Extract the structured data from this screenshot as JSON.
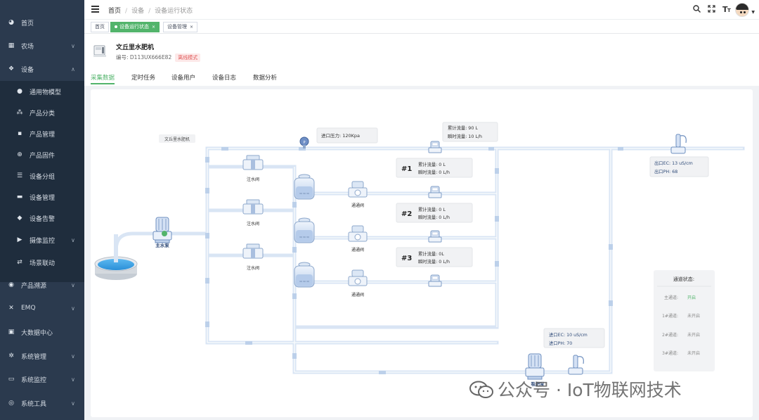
{
  "sidebar": {
    "items": [
      {
        "label": "首页",
        "icon": "dashboard-icon",
        "glyph": "◕"
      },
      {
        "label": "农场",
        "icon": "farm-grid-icon",
        "glyph": "▦",
        "chevron": "∨"
      },
      {
        "label": "设备",
        "icon": "layers-icon",
        "glyph": "❖",
        "chevron": "∧"
      },
      {
        "label": "通用物模型",
        "icon": "model-icon",
        "glyph": "●",
        "sub": true
      },
      {
        "label": "产品分类",
        "icon": "category-icon",
        "glyph": "⁂",
        "sub": true
      },
      {
        "label": "产品管理",
        "icon": "product-icon",
        "glyph": "▪",
        "sub": true
      },
      {
        "label": "产品固件",
        "icon": "firmware-icon",
        "glyph": "⊕",
        "sub": true
      },
      {
        "label": "设备分组",
        "icon": "group-icon",
        "glyph": "☰",
        "sub": true
      },
      {
        "label": "设备管理",
        "icon": "device-icon",
        "glyph": "▬",
        "sub": true
      },
      {
        "label": "设备告警",
        "icon": "alarm-icon",
        "glyph": "◆",
        "sub": true
      },
      {
        "label": "摄像监控",
        "icon": "camera-icon",
        "glyph": "▶",
        "sub": true,
        "chevron": "∨"
      },
      {
        "label": "场景联动",
        "icon": "scene-icon",
        "glyph": "⇄",
        "sub": true
      },
      {
        "label": "产品溯源",
        "icon": "trace-icon",
        "glyph": "◉",
        "chevron": "∨"
      },
      {
        "label": "EMQ",
        "icon": "emq-icon",
        "glyph": "✕",
        "chevron": "∨"
      },
      {
        "label": "大数据中心",
        "icon": "bigdata-icon",
        "glyph": "▣"
      },
      {
        "label": "系统管理",
        "icon": "settings-icon",
        "glyph": "✲",
        "chevron": "∨"
      },
      {
        "label": "系统监控",
        "icon": "monitor-icon",
        "glyph": "▭",
        "chevron": "∨"
      },
      {
        "label": "系统工具",
        "icon": "tools-icon",
        "glyph": "◎",
        "chevron": "∨"
      }
    ]
  },
  "breadcrumb": {
    "home": "首页",
    "sep": "/",
    "level2": "设备",
    "current": "设备运行状态"
  },
  "topbar_icons": [
    "search-icon",
    "fullscreen-icon",
    "font-size-icon"
  ],
  "topbar_glyphs": {
    "search": "🔍",
    "fullscreen": "⛶",
    "font": "T"
  },
  "tags": [
    {
      "label": "首页"
    },
    {
      "label": "设备运行状态",
      "close": "×"
    },
    {
      "label": "设备管理",
      "close": "×"
    }
  ],
  "device": {
    "name": "文丘里水肥机",
    "code": "编号: D113UX666E82",
    "status": "离线模式"
  },
  "tabs": [
    "采集数据",
    "定时任务",
    "设备用户",
    "设备日志",
    "数据分析"
  ],
  "diagram": {
    "machine_label": "文丘里水肥机",
    "inlet_pressure": "进口压力: 120Kpa",
    "gauge_label": "P",
    "main_flow": {
      "total": "累计流量: 90 L",
      "instant": "瞬时流量: 10 L/h"
    },
    "channels": [
      {
        "id": "#1",
        "total": "累计流量: 0 L",
        "instant": "瞬时流量: 0 L/h"
      },
      {
        "id": "#2",
        "total": "累计流量: 0 L",
        "instant": "瞬时流量: 0 L/h"
      },
      {
        "id": "#3",
        "total": "累计流量: 0L",
        "instant": "瞬时流量: 0 L/h"
      }
    ],
    "fill_valve": "注水阀",
    "pass_valve": "通通阀",
    "main_pump": "主水泵",
    "suction_pump": "吸肥泵",
    "outlet": {
      "ec": "出口EC: 13 uS/cm",
      "ph": "出口PH: 68"
    },
    "inlet": {
      "ec": "进口EC: 10 uS/cm",
      "ph": "进口PH: 70"
    },
    "status": {
      "title": "通道状态:",
      "rows": [
        {
          "name": "主通道:",
          "value": "开启"
        },
        {
          "name": "1#通道:",
          "value": "未开启"
        },
        {
          "name": "2#通道:",
          "value": "未开启"
        },
        {
          "name": "3#通道:",
          "value": "未开启"
        }
      ]
    }
  },
  "colors": {
    "accent": "#52b46b",
    "sidebar": "#2b3a4e",
    "pipe": "#dbe6f3",
    "offline": "#e05a5a"
  },
  "watermark": "公众号 · IoT物联网技术"
}
